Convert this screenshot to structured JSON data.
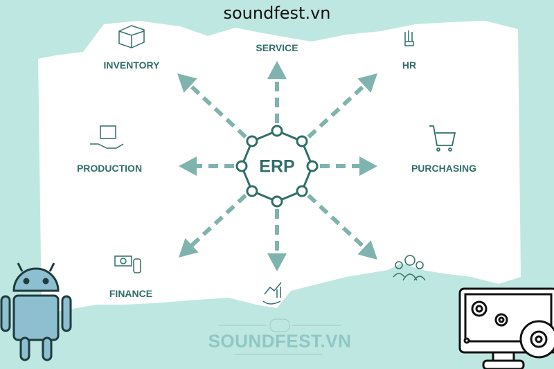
{
  "site_title": "soundfest.vn",
  "center_label": "ERP",
  "modules": {
    "service": "SERVICE",
    "inventory": "INVENTORY",
    "hr": "HR",
    "production": "PRODUCTION",
    "purchasing": "PURCHASING",
    "finance": "FINANCE"
  },
  "watermark": "SOUNDFEST.VN",
  "colors": {
    "background": "#bfe7e1",
    "text": "#2f6e69",
    "arrow": "#7fb3ae"
  }
}
